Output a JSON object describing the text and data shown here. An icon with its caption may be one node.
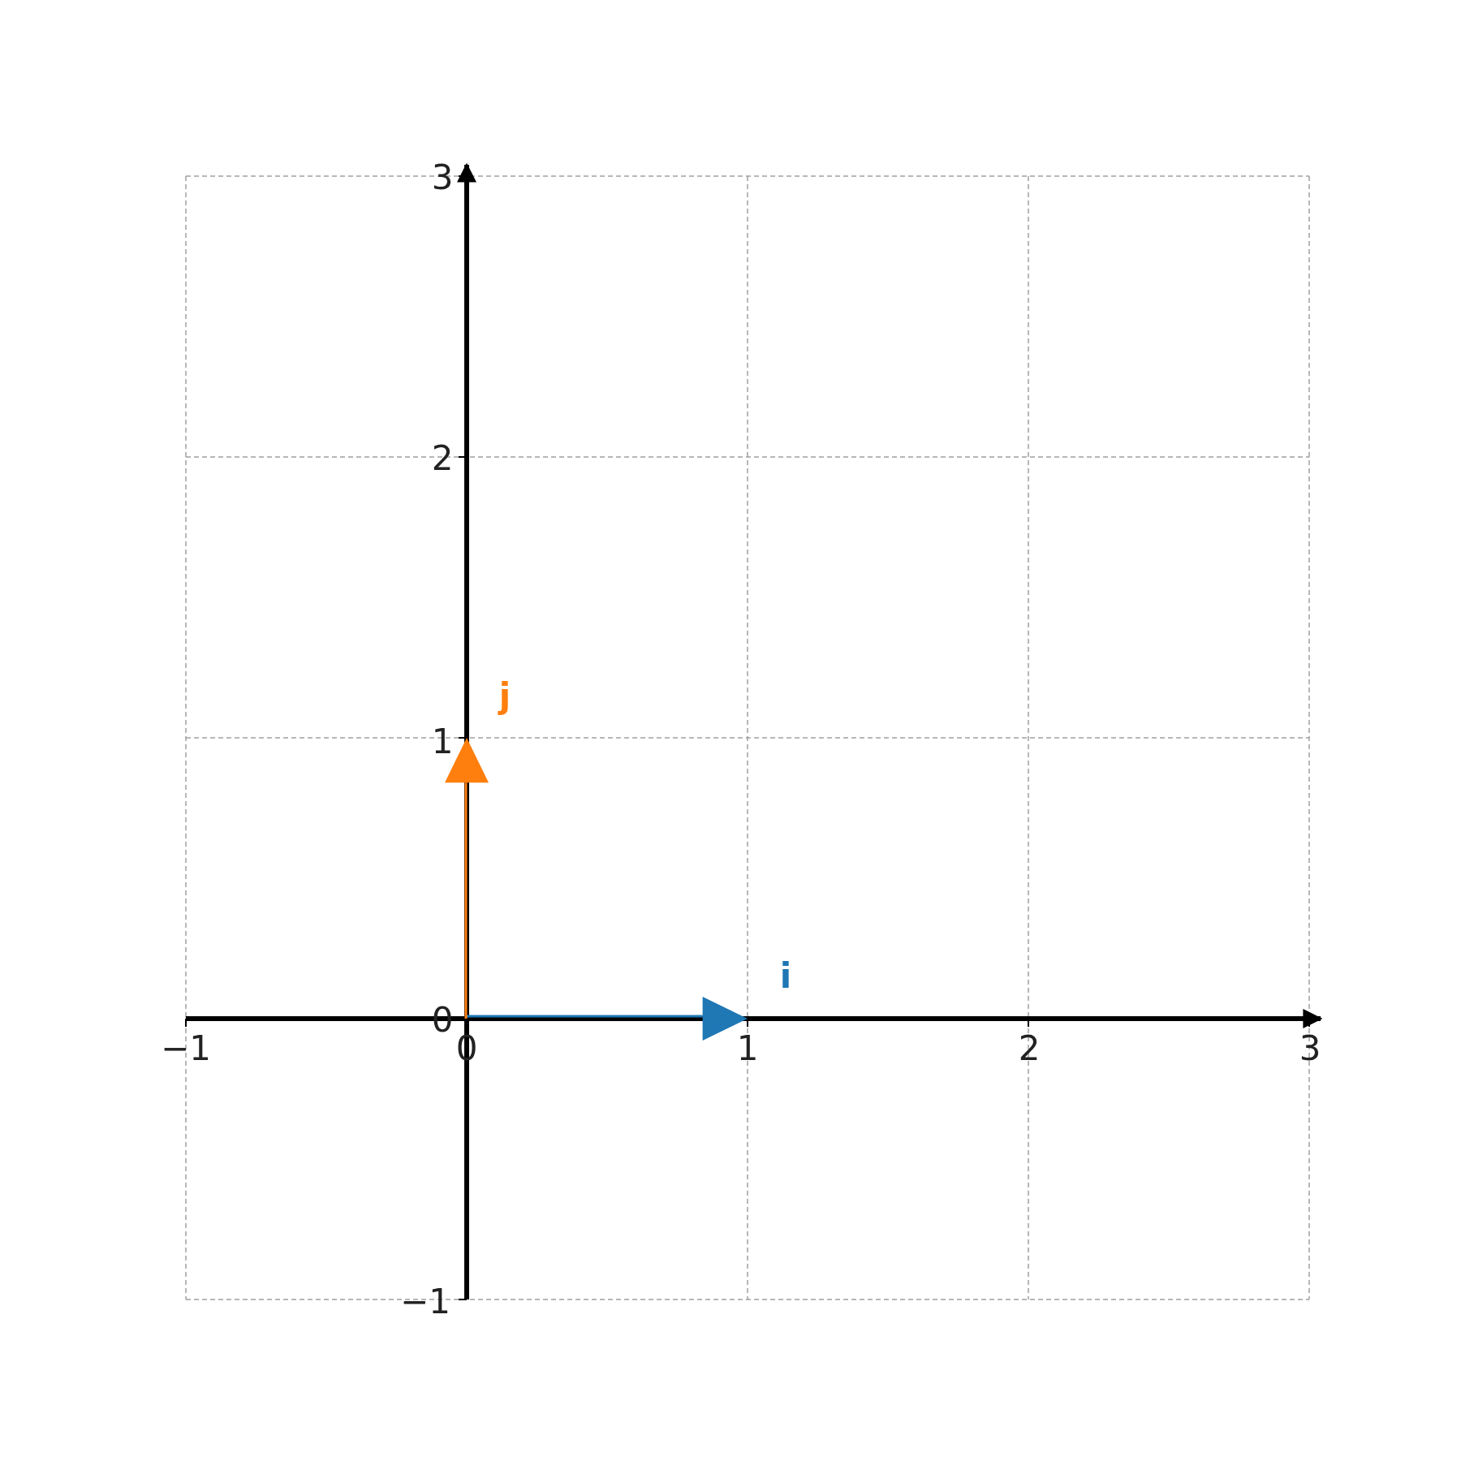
{
  "diagram": {
    "labels": [
      "3",
      "2",
      "j",
      "1",
      "i",
      "0",
      "−1",
      "0",
      "1",
      "2",
      "3",
      "−1"
    ]
  }
}
